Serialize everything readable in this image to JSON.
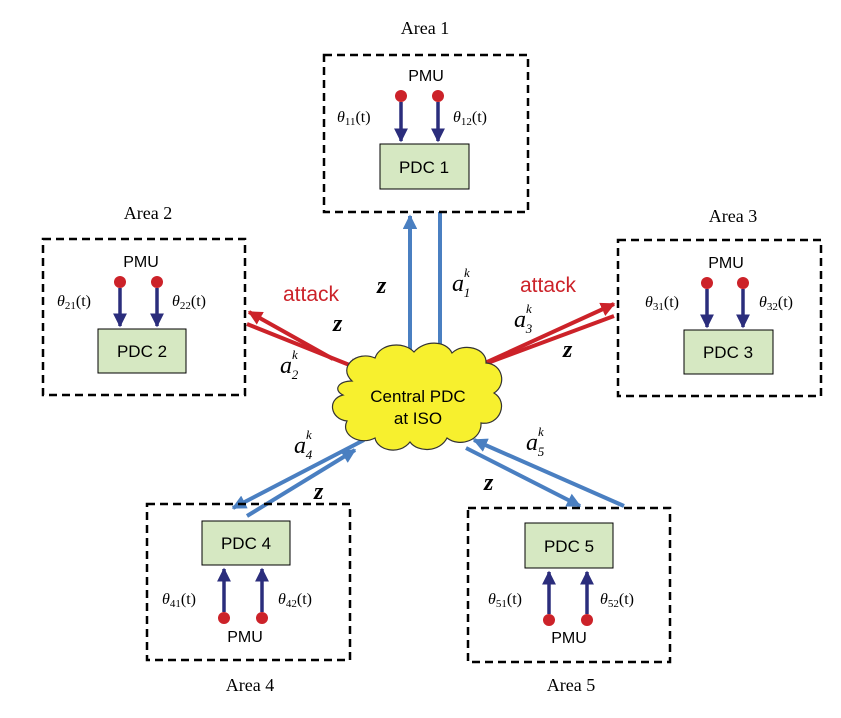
{
  "colors": {
    "box_border": "#000000",
    "pdc_fill": "#d6e8c2",
    "pdc_border": "#000000",
    "pmu_dot": "#cc2229",
    "pmu_arrow": "#2b2d7c",
    "blue_link": "#4a7fc1",
    "red_link": "#cc2229",
    "cloud_fill": "#f7f02e",
    "cloud_border": "#333333",
    "attack_text": "#cc2229"
  },
  "areas": {
    "a1": {
      "title": "Area 1",
      "pmu": "PMU",
      "pdc": "PDC 1",
      "t1_sym": "θ",
      "t1_sub": "11",
      "t1_arg": "(t)",
      "t2_sym": "θ",
      "t2_sub": "12",
      "t2_arg": "(t)"
    },
    "a2": {
      "title": "Area 2",
      "pmu": "PMU",
      "pdc": "PDC 2",
      "t1_sym": "θ",
      "t1_sub": "21",
      "t1_arg": "(t)",
      "t2_sym": "θ",
      "t2_sub": "22",
      "t2_arg": "(t)"
    },
    "a3": {
      "title": "Area 3",
      "pmu": "PMU",
      "pdc": "PDC 3",
      "t1_sym": "θ",
      "t1_sub": "31",
      "t1_arg": "(t)",
      "t2_sym": "θ",
      "t2_sub": "32",
      "t2_arg": "(t)"
    },
    "a4": {
      "title": "Area 4",
      "pmu": "PMU",
      "pdc": "PDC 4",
      "t1_sym": "θ",
      "t1_sub": "41",
      "t1_arg": "(t)",
      "t2_sym": "θ",
      "t2_sub": "42",
      "t2_arg": "(t)"
    },
    "a5": {
      "title": "Area 5",
      "pmu": "PMU",
      "pdc": "PDC 5",
      "t1_sym": "θ",
      "t1_sub": "51",
      "t1_arg": "(t)",
      "t2_sym": "θ",
      "t2_sub": "52",
      "t2_arg": "(t)"
    }
  },
  "central": {
    "line1": "Central PDC",
    "line2": "at ISO"
  },
  "links": {
    "attack": "attack",
    "z": "z",
    "a_sym": "a",
    "a_sup": "k",
    "a1_sub": "1",
    "a2_sub": "2",
    "a3_sub": "3",
    "a4_sub": "4",
    "a5_sub": "5"
  }
}
